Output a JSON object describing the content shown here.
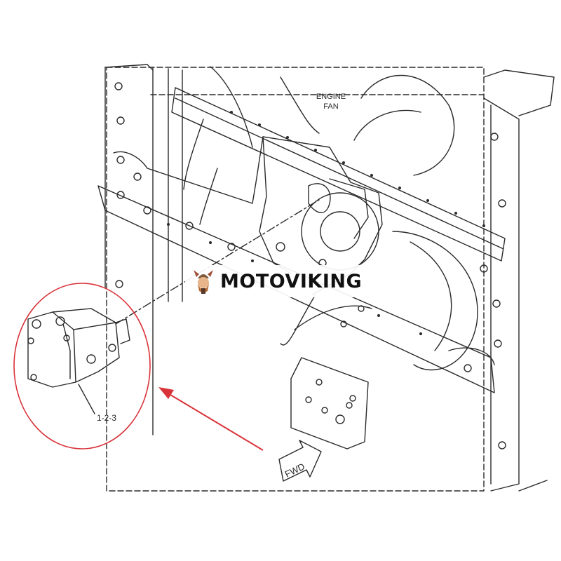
{
  "diagram": {
    "labels": {
      "engine_fan_line1": "ENGINE",
      "engine_fan_line2": "FAN",
      "part_callout": "1-2-3",
      "direction_arrow": "FWD"
    },
    "watermark": {
      "brand": "MOTOVIKING"
    },
    "colors": {
      "line": "#2a2a2a",
      "highlight_circle": "#d9333a",
      "pointer_arrow": "#d9333a"
    }
  }
}
